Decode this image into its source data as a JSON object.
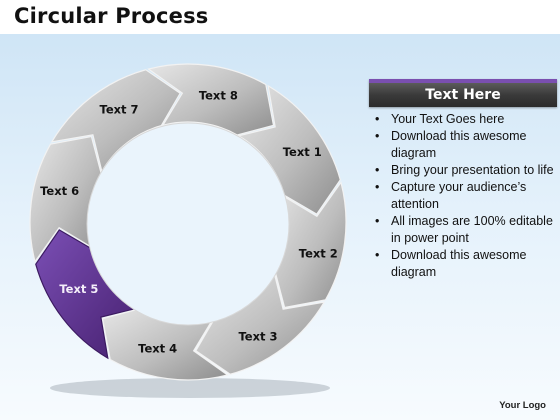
{
  "slide": {
    "title": "Circular Process",
    "logo_text": "Your Logo"
  },
  "cycle": {
    "accent_color": "#5a2a8c",
    "segment_color": "#bdbdbd",
    "highlighted_segment": "Text 5",
    "segments": [
      "Text 1",
      "Text 2",
      "Text 3",
      "Text 4",
      "Text 5",
      "Text 6",
      "Text 7",
      "Text 8"
    ]
  },
  "panel": {
    "header": "Text Here",
    "header_accent": "#7a4fb0",
    "bullets": [
      "Your Text Goes here",
      "Download this awesome diagram",
      "Bring your presentation to life",
      "Capture your audience’s attention",
      "All images are 100% editable in power point",
      "Download this awesome diagram"
    ]
  }
}
